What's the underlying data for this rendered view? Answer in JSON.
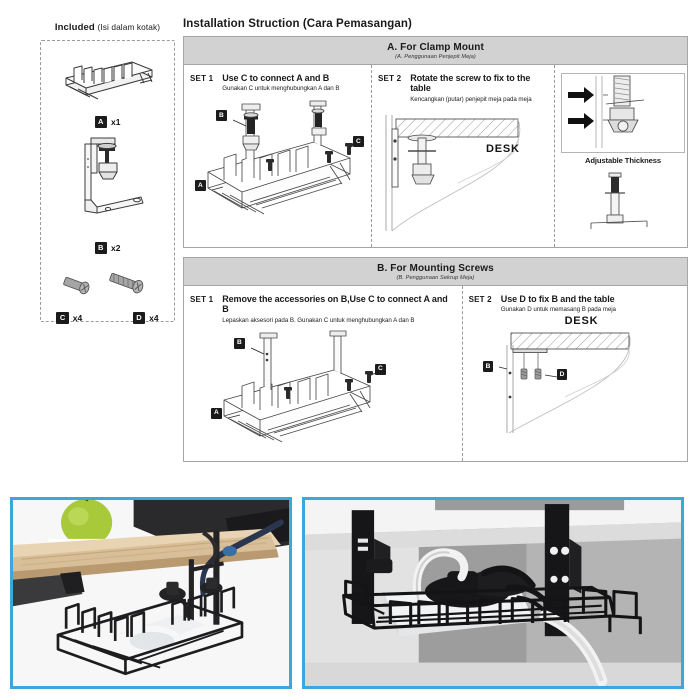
{
  "included": {
    "title_en": "Included",
    "title_id": "(Isi dalam kotak)",
    "parts": [
      {
        "tag": "A",
        "qty": "x1",
        "item": "cable-tray-basket"
      },
      {
        "tag": "B",
        "qty": "x2",
        "item": "clamp-bracket"
      },
      {
        "tag": "C",
        "qty": "x4",
        "item": "short-screw"
      },
      {
        "tag": "D",
        "qty": "x4",
        "item": "self-tapping-screw"
      }
    ]
  },
  "instruction": {
    "title": "Installation Struction (Cara Pemasangan)",
    "sections": [
      {
        "id": "clamp-mount",
        "heading_en": "A. For Clamp Mount",
        "heading_id": "(A. Penggunaan Penjepit Meja)",
        "steps": [
          {
            "set": "SET 1",
            "en": "Use C to connect A and B",
            "id": "Gunakan C untuk menghubungkan A dan B",
            "markers": [
              "A",
              "B",
              "C"
            ]
          },
          {
            "set": "SET 2",
            "en": "Rotate the screw to fix to the table",
            "id": "Kencangkan (putar) penjepit meja pada meja",
            "desk_label": "DESK",
            "markers": []
          }
        ],
        "detail": {
          "caption": "Adjustable Thickness"
        }
      },
      {
        "id": "mounting-screws",
        "heading_en": "B. For Mounting Screws",
        "heading_id": "(B. Penggunaan Sekrup Meja)",
        "steps": [
          {
            "set": "SET 1",
            "en": "Remove the accessories on B,Use C to connect A and B",
            "id": "Lepaskan aksesori pada B. Gunakan C untuk menghubungkan A dan B",
            "markers": [
              "A",
              "B",
              "C"
            ]
          },
          {
            "set": "SET 2",
            "en": "Use D to fix B and the table",
            "id": "Gunakan D untuk memasang B pada meja",
            "desk_label": "DESK",
            "markers": [
              "B",
              "D"
            ]
          }
        ]
      }
    ]
  },
  "photos": [
    {
      "name": "under-desk-tray-with-apple",
      "alt": "Black wire cable tray mounted under a wooden desk holding a white power adapter, green apple on desktop"
    },
    {
      "name": "under-desk-tray-power-strip",
      "alt": "Black wire cable tray under a white desk holding a white power strip and bundled black cables"
    }
  ],
  "colors": {
    "photo_border": "#3ea6d8",
    "header_band": "#d2d2d2",
    "panel_border": "#a6a6a6",
    "tag_bg": "#1b1b1b"
  }
}
